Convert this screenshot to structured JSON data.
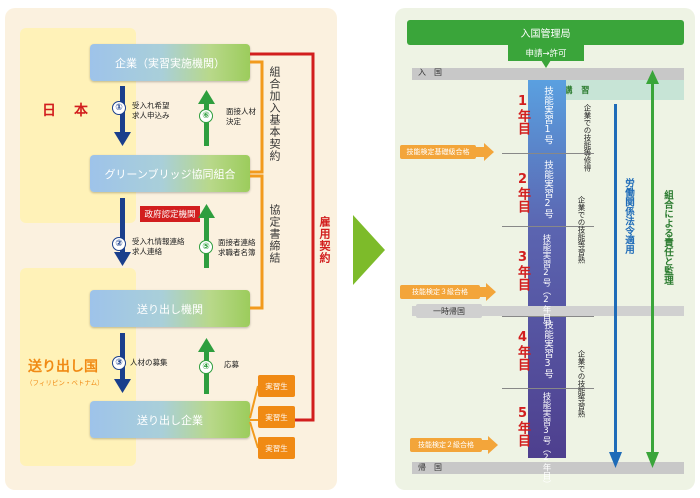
{
  "left": {
    "japan_label": "日　本",
    "sending_country_label": "送り出し国",
    "sending_country_sub": "（フィリピン・ベトナム）",
    "boxes": {
      "company": "企業（実習実施機関）",
      "union": "グリーンブリッジ協同組合",
      "sending_agency": "送り出し機関",
      "sending_company": "送り出し企業"
    },
    "gov_badge": "政府認定機関",
    "steps": [
      {
        "num": "①",
        "text": "受入れ希望\n求人申込み"
      },
      {
        "num": "⑥",
        "text": "面接人材\n決定"
      },
      {
        "num": "②",
        "text": "受入れ情報連絡\n求人連絡"
      },
      {
        "num": "⑤",
        "text": "面接者連絡\n求職者名簿"
      },
      {
        "num": "③",
        "text": "人材の募集"
      },
      {
        "num": "④",
        "text": "応募"
      }
    ],
    "contract_union": "組合加入基本契約",
    "contract_agreement": "協定書締結",
    "contract_employment": "雇用契約",
    "students": [
      "実習生",
      "実習生",
      "実習生"
    ]
  },
  "right": {
    "immigration": "入国管理局",
    "permit": "申請→許可",
    "entry": "入　国",
    "return_temp": "一時帰国",
    "return_home": "帰　国",
    "lecture": "講　習",
    "years": [
      "1年目",
      "2年目",
      "3年目",
      "4年目",
      "5年目"
    ],
    "tech": [
      {
        "text": "技能実習1号"
      },
      {
        "text": "技能実習2号"
      },
      {
        "text": "技能実習2号（2年目）"
      },
      {
        "text": "技能実習3号"
      },
      {
        "text": "技能実習3号（2年目）"
      }
    ],
    "exams": [
      "技能検定基礎級合格",
      "技能検定３級合格",
      "技能検定２級合格"
    ],
    "company_notes": [
      "企業での技能等修得",
      "企業での技能等習熟",
      "企業での技能等習熟"
    ],
    "labor_law": "労働関係法令適用",
    "union_duty": "組合による責任と監理"
  },
  "colors": {
    "left_bg": "#fbf1df",
    "right_bg": "#eef3e4",
    "yellow_zone": "#fff2b8",
    "red": "#d21e1e",
    "orange": "#f29a1d",
    "green": "#3aa53a",
    "navy": "#1a3f8c",
    "purple_bar": "#5b64b0"
  }
}
